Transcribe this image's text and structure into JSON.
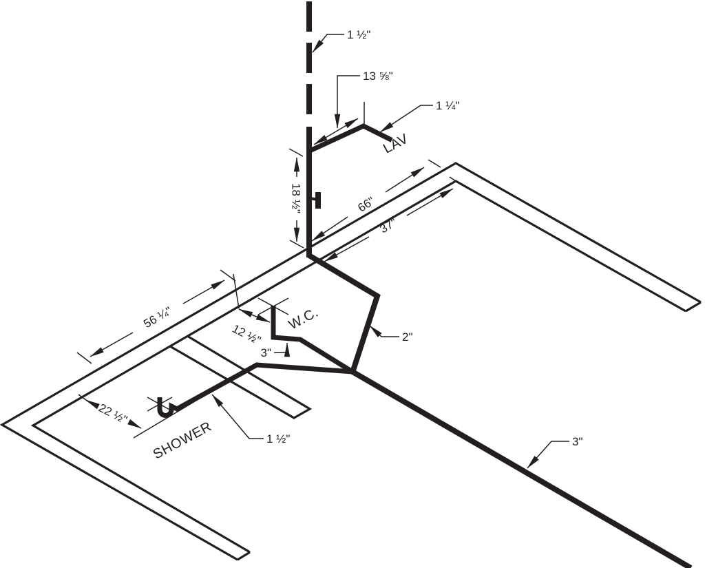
{
  "diagram": {
    "kind": "isometric-plumbing-riser-diagram",
    "colors": {
      "line": "#231f20",
      "background": "#ffffff"
    },
    "fixture_labels": {
      "lav": "LAV",
      "wc": "W.C.",
      "shower": "SHOWER"
    },
    "dimensions": {
      "vent_size": "1 ½\"",
      "lav_branch_run": "13 ⅝\"",
      "lav_branch_size": "1 ¼\"",
      "stack_vertical_run": "18 ½\"",
      "stack_to_corner": "66\"",
      "wc_to_corner": "37\"",
      "wall_run_to_wc": "56 ¼\"",
      "wc_offset_from_wall": "12 ½\"",
      "wc_elbow_size": "3\"",
      "wc_branch_size": "2\"",
      "shower_offset_from_wall": "22 ½\"",
      "shower_branch_size": "1 ½\"",
      "building_drain_size": "3\""
    }
  }
}
